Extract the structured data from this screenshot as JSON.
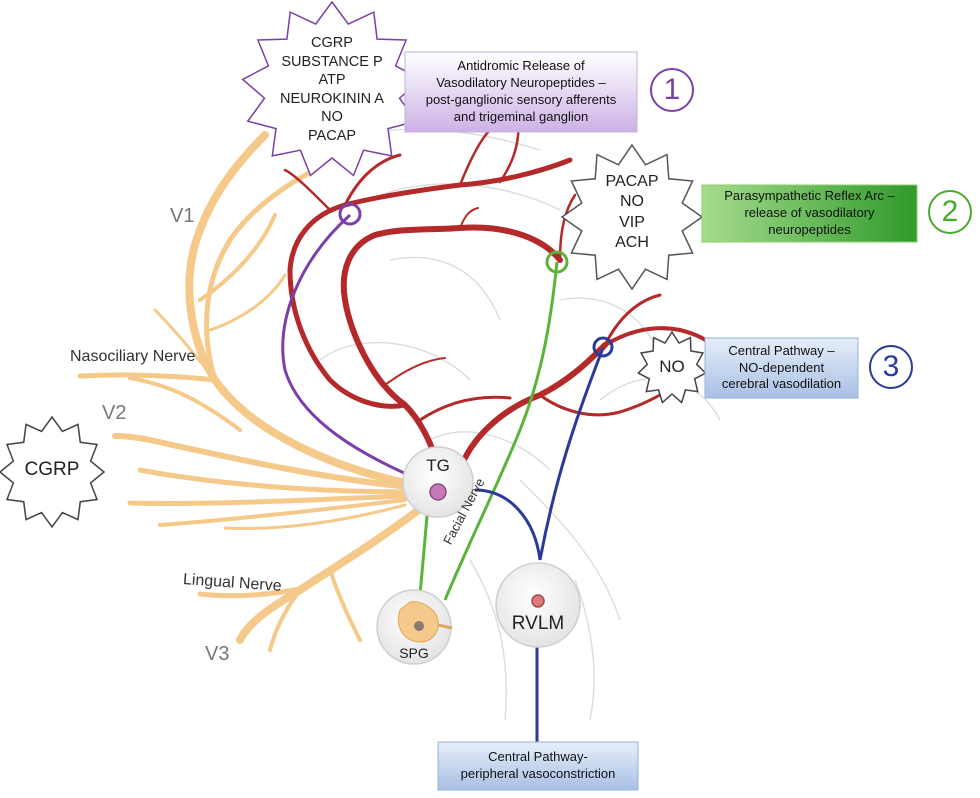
{
  "labels": {
    "v1": "V1",
    "v2": "V2",
    "v3": "V3",
    "nasociliary": "Nasociliary Nerve",
    "lingual": "Lingual Nerve",
    "facial": "Facial Nerve",
    "tg": "TG",
    "spg": "SPG",
    "rvlm": "RVLM"
  },
  "star_sensory": {
    "lines": [
      "CGRP",
      "SUBSTANCE P",
      "ATP",
      "NEUROKININ A",
      "NO",
      "PACAP"
    ],
    "color": "#7a3fa8"
  },
  "star_parasympathetic": {
    "lines": [
      "PACAP",
      "NO",
      "VIP",
      "ACH"
    ],
    "color": "#555555"
  },
  "star_cgrp": {
    "text": "CGRP"
  },
  "star_no": {
    "text": "NO"
  },
  "pathways": [
    {
      "number": "1",
      "lines": [
        "Antidromic Release of",
        "Vasodilatory Neuropeptides –",
        "post-ganglionic sensory afferents",
        "and trigeminal ganglion"
      ],
      "color": "#7a3fa8"
    },
    {
      "number": "2",
      "lines": [
        "Parasympathetic Reflex Arc –",
        "release of vasodilatory",
        "neuropeptides"
      ],
      "color": "#4aaa2f"
    },
    {
      "number": "3",
      "lines": [
        "Central Pathway –",
        "NO-dependent",
        "cerebral vasodilation"
      ],
      "color": "#2a3a9a"
    }
  ],
  "bottom_box": {
    "lines": [
      "Central Pathway-",
      "peripheral vasoconstriction"
    ]
  },
  "colors": {
    "nerve": "#f5c98a",
    "artery": "#b42a2a",
    "purple": "#7a3fa8",
    "green": "#5ab43a",
    "blue": "#2a3a9a"
  }
}
